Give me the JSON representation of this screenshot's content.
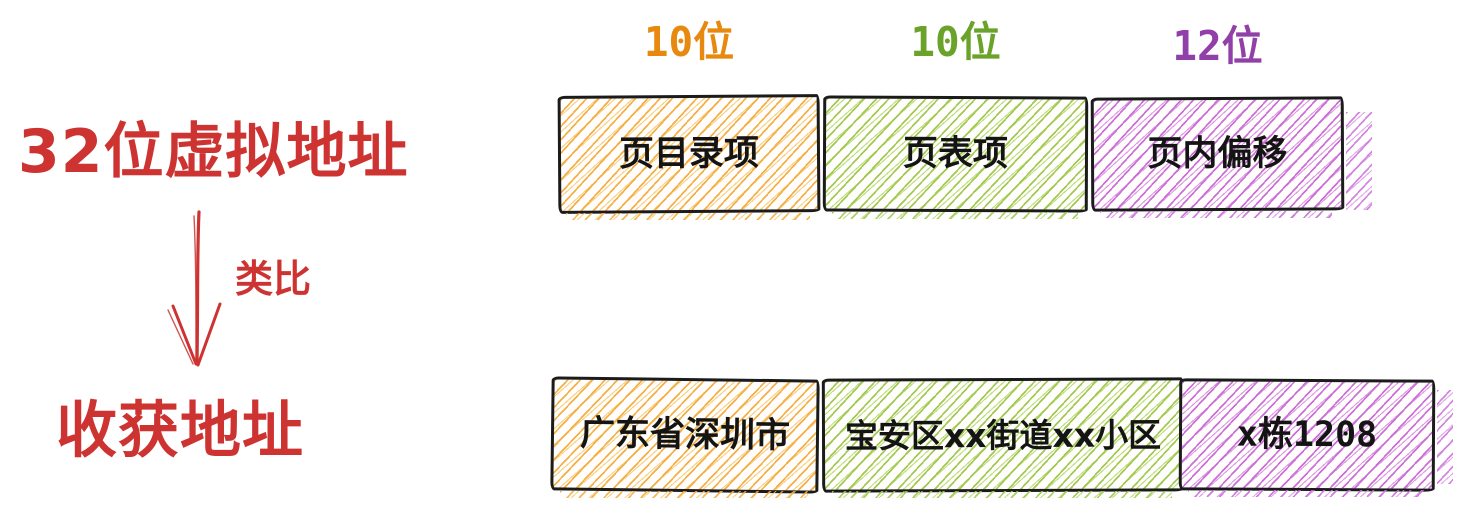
{
  "colors": {
    "red": "#cd3331",
    "orange": "#e8890f",
    "orange-hatch": "#f3ab3c",
    "green": "#6ba32a",
    "green-hatch": "#9cc74a",
    "purple": "#9040a8",
    "purple-hatch": "#c769d6",
    "ink": "#1b1b1b"
  },
  "left_panel": {
    "virtual_address_title": "32位虚拟地址",
    "arrow_label": "类比",
    "mail_address_title": "收获地址"
  },
  "bit_width_labels": [
    {
      "text": "10位",
      "color_key": "orange"
    },
    {
      "text": "10位",
      "color_key": "green"
    },
    {
      "text": "12位",
      "color_key": "purple"
    }
  ],
  "virtual_address_fields": [
    {
      "label": "页目录项",
      "color_key": "orange"
    },
    {
      "label": "页表项",
      "color_key": "green"
    },
    {
      "label": "页内偏移",
      "color_key": "purple"
    }
  ],
  "mail_address_fields": [
    {
      "label": "广东省深圳市",
      "color_key": "orange"
    },
    {
      "label": "宝安区xx街道xx小区",
      "color_key": "green"
    },
    {
      "label": "x栋1208",
      "color_key": "purple"
    }
  ]
}
